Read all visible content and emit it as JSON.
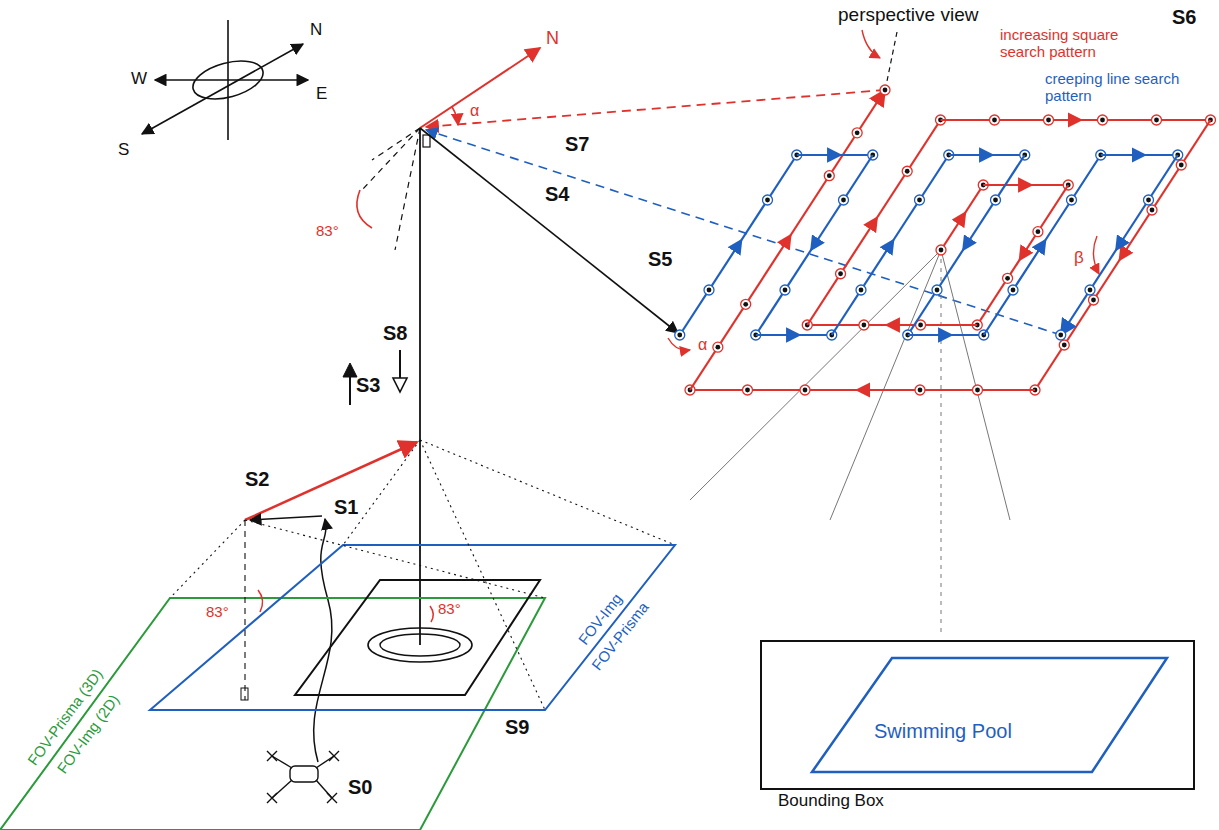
{
  "diagram": {
    "nodes": [
      {
        "text": [
          "Bounding Box"
        ]
      },
      {
        "text": [
          "Swimming Pool"
        ],
        "in": 0
      }
    ],
    "labels": [
      "perspective view",
      "N",
      "W",
      "E",
      "S",
      "N",
      "α",
      "83°",
      "S7",
      "S4",
      "S8",
      "S3",
      "S2",
      "S1",
      "S0",
      "S9",
      "S5",
      "S6",
      "increasing square search pattern",
      "creeping line search pattern",
      "β",
      "α",
      "83°",
      "83°",
      "FOV-Prisma (3D)",
      "FOV-Img (2D)",
      "FOV-Img",
      "FOV-Prisma"
    ]
  }
}
